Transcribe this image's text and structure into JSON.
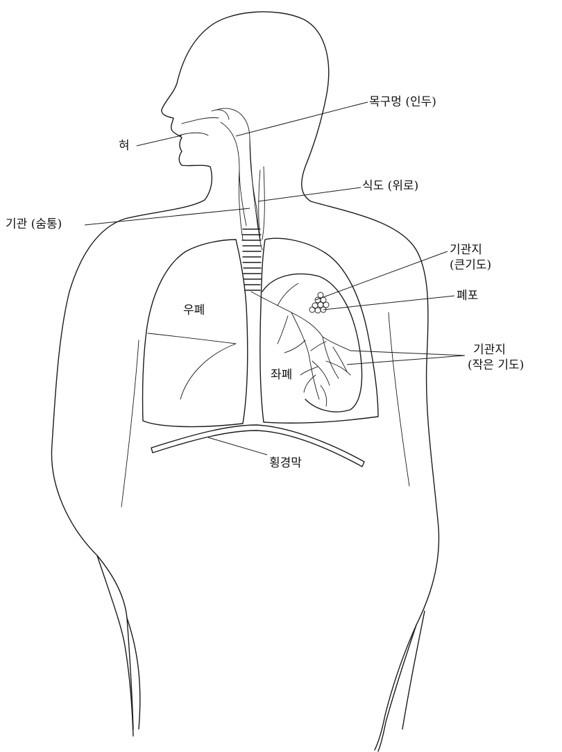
{
  "labels": {
    "pharynx": "목구멍 (인두)",
    "tongue": "혀",
    "esophagus": "식도 (위로)",
    "trachea": "기관 (숨통)",
    "bronchus_line1": "기관지",
    "bronchus_line2": "(큰기도)",
    "alveoli": "폐포",
    "right_lung": "우폐",
    "bronchiole_line1": "기관지",
    "bronchiole_line2": "(작은 기도)",
    "left_lung": "좌폐",
    "diaphragm": "횡경막"
  }
}
